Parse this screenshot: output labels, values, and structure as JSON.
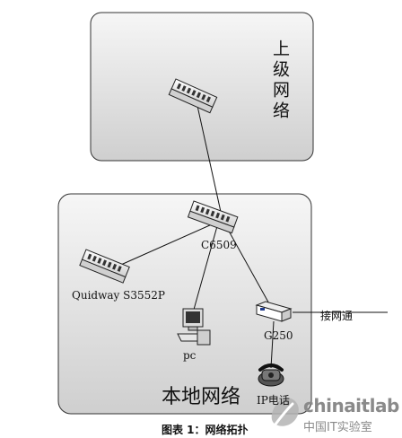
{
  "zones": {
    "upper": "上级网络",
    "local": "本地网络"
  },
  "devices": {
    "core_switch": "C6509",
    "access_switch": "Quidway S3552P",
    "pc": "pc",
    "gateway": "G250",
    "ip_phone": "IP电话",
    "uplink_note": "接网通"
  },
  "caption": "图表 1：网络拓扑",
  "watermark": {
    "brand": "chinaitlab",
    "subtitle": "中国IT实验室"
  },
  "colors": {
    "zone_fill": "#dcdcdc",
    "zone_border": "#333333",
    "device_fill": "#e8e8e8",
    "watermark": "#8a8a8a",
    "watermark_icon": "#a9a9a9"
  }
}
